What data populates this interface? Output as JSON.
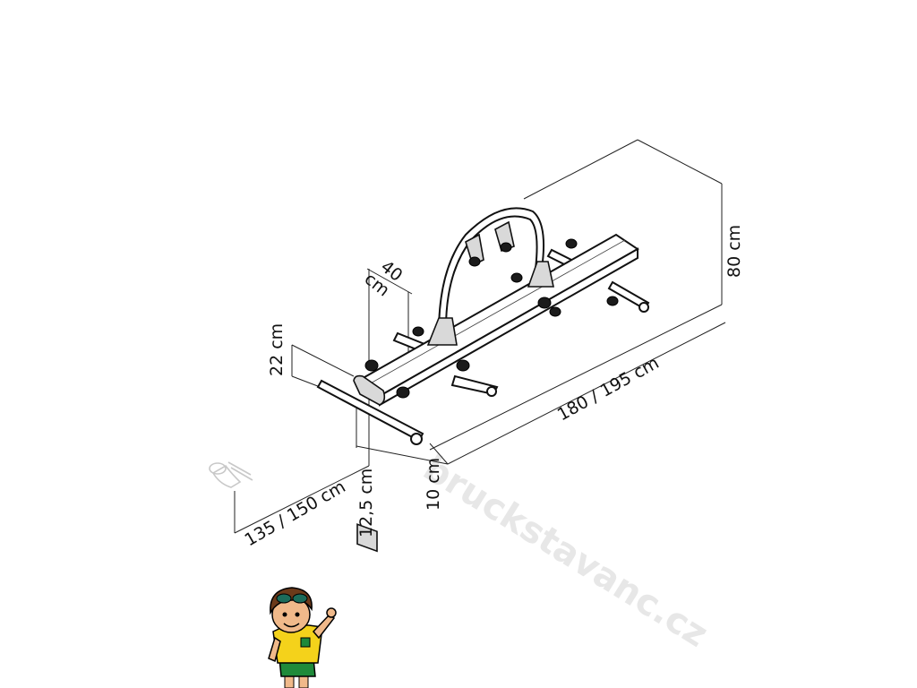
{
  "dimensions": {
    "depth": "40 cm",
    "depth_line1": "40",
    "depth_line2": "cm",
    "height": "80 cm",
    "length": "180 / 195 cm",
    "rail_gap": "22 cm",
    "offset": "10 cm",
    "rail_height": "12,5 cm",
    "tow_distance": "135 / 150 cm"
  },
  "watermark": "bruckstavanc.cz",
  "colors": {
    "line": "#222222",
    "frame": "#ffffff",
    "accent": "#d9d9d9",
    "mascot_shirt": "#f4d21b",
    "mascot_shorts": "#1f8a3a",
    "mascot_skin": "#f0b98a",
    "mascot_hair": "#6b3a1a"
  },
  "icons": {
    "mascot": "boy-mascot-pointing-icon",
    "towbar": "towbar-ball-icon"
  }
}
